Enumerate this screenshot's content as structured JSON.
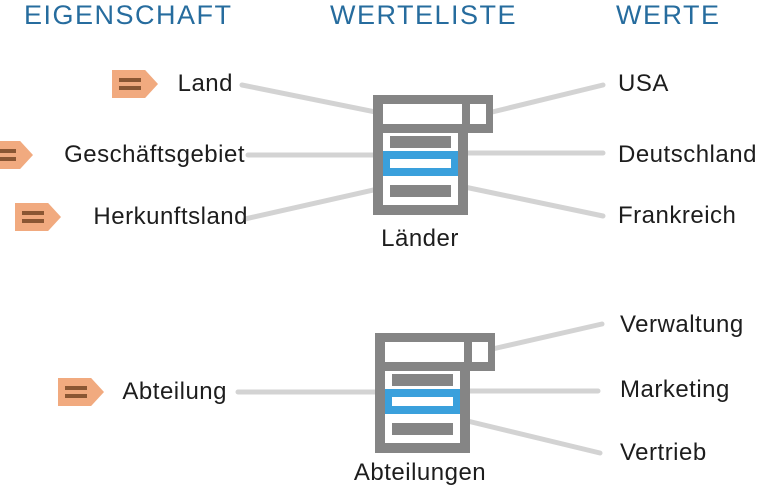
{
  "columns": {
    "eigenschaft": "EIGENSCHAFT",
    "werteliste": "WERTELISTE",
    "werte": "WERTE"
  },
  "groups": [
    {
      "list_label": "Länder",
      "properties": [
        "Land",
        "Geschäftsgebiet",
        "Herkunftsland"
      ],
      "values": [
        "USA",
        "Deutschland",
        "Frankreich"
      ]
    },
    {
      "list_label": "Abteilungen",
      "properties": [
        "Abteilung"
      ],
      "values": [
        "Verwaltung",
        "Marketing",
        "Vertrieb"
      ]
    }
  ],
  "icons": {
    "property": "tag-icon",
    "value_list": "value-list-icon"
  },
  "colors": {
    "header_blue": "#266C9E",
    "text": "#1D1D1D",
    "line_gray": "#D3D3D3",
    "icon_gray": "#858585",
    "selected_blue": "#3AA0DC",
    "tag_fill": "#F1AA7F",
    "tag_bar": "#8A5633",
    "bg": "#FFFFFF"
  }
}
